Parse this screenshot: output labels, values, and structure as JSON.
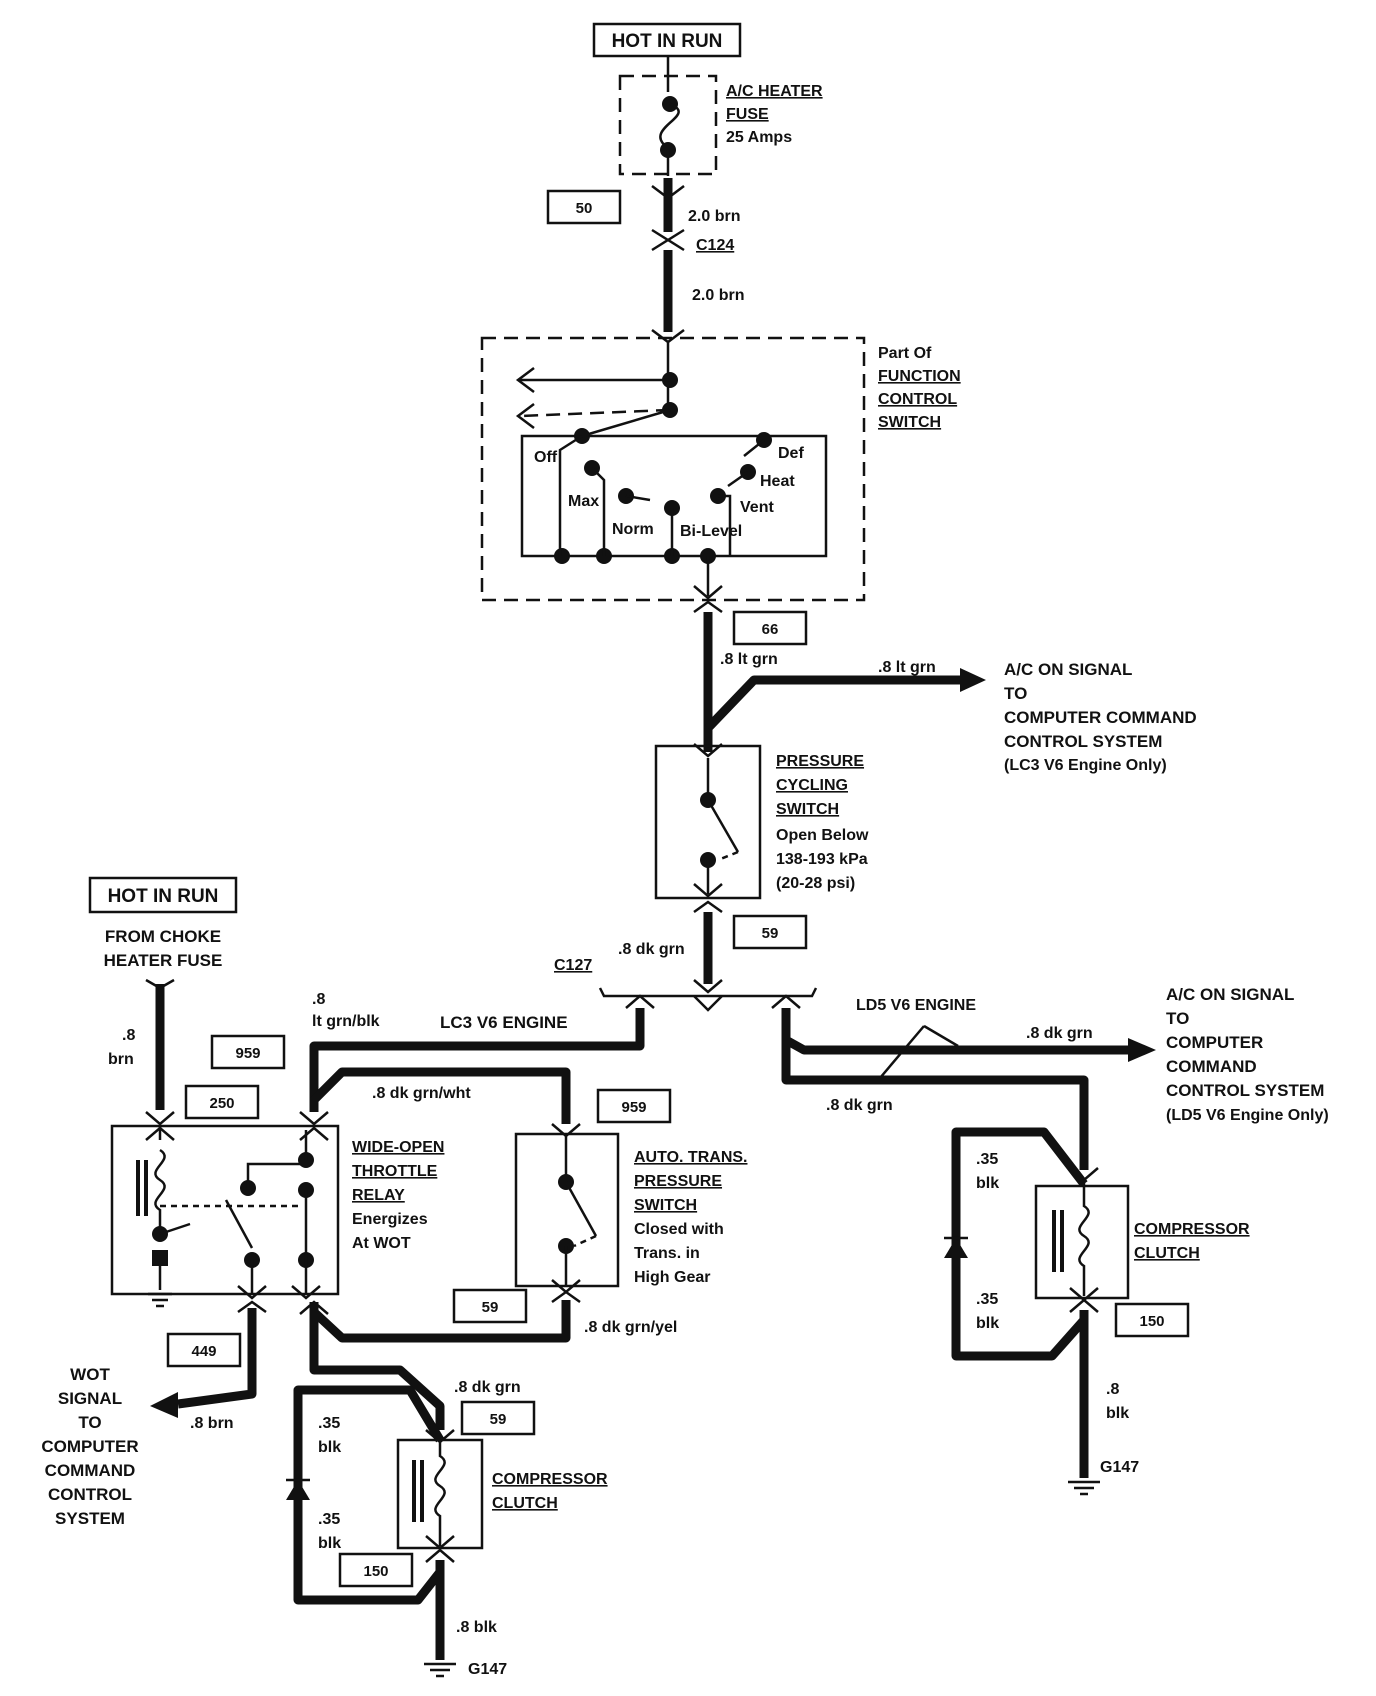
{
  "hot_in_run_top": "HOT IN RUN",
  "hot_in_run_left": "HOT IN RUN",
  "fuse": {
    "line1": "A/C HEATER",
    "line2": "FUSE",
    "line3": "25 Amps"
  },
  "circuit_numbers": {
    "c50": "50",
    "c66": "66",
    "c59_pcs": "59",
    "c959_left": "959",
    "c959_right": "959",
    "c250": "250",
    "c59_trans": "59",
    "c449": "449",
    "c59_clutch": "59",
    "c150_left": "150",
    "c150_right": "150"
  },
  "wires": {
    "w20_brn_a": "2.0 brn",
    "w20_brn_b": "2.0 brn",
    "w8_lt_grn": ".8 lt grn",
    "w8_lt_grn_b": ".8 lt grn",
    "w8_dk_grn": ".8 dk grn",
    "w8_lt_grn_blk_a": ".8",
    "w8_lt_grn_blk_b": "lt grn/blk",
    "w8_dk_grn_wht": ".8 dk grn/wht",
    "w8_brn_a": ".8",
    "w8_brn_b": "brn",
    "w8_dk_grn_yel": ".8 dk grn/yel",
    "w8_brn_out": ".8 brn",
    "w8_dk_grn_clutch": ".8 dk grn",
    "w35_blk_a1": ".35",
    "w35_blk_a2": "blk",
    "w35_blk_b1": ".35",
    "w35_blk_b2": "blk",
    "w8_blk_l": ".8 blk",
    "w8_dk_grn_r": ".8 dk grn",
    "w8_dk_grn_r2": ".8 dk grn",
    "w35_blk_c1": ".35",
    "w35_blk_c2": "blk",
    "w35_blk_d1": ".35",
    "w35_blk_d2": "blk",
    "w8_blk_r1": ".8",
    "w8_blk_r2": "blk"
  },
  "connectors": {
    "c124": "C124",
    "c127": "C127"
  },
  "grounds": {
    "g147_left": "G147",
    "g147_right": "G147"
  },
  "function_switch": {
    "line1": "Part Of",
    "line2": "FUNCTION",
    "line3": "CONTROL",
    "line4": "SWITCH",
    "positions": {
      "off": "Off",
      "max": "Max",
      "norm": "Norm",
      "bilevel": "Bi-Level",
      "vent": "Vent",
      "heat": "Heat",
      "def": "Def"
    }
  },
  "ac_signal_lc3": {
    "line1": "A/C ON SIGNAL",
    "line2": "TO",
    "line3": "COMPUTER COMMAND",
    "line4": "CONTROL SYSTEM",
    "line5": "(LC3 V6 Engine Only)"
  },
  "pressure_cycling_switch": {
    "line1": "PRESSURE",
    "line2": "CYCLING",
    "line3": "SWITCH",
    "line4": "Open Below",
    "line5": "138-193 kPa",
    "line6": "(20-28 psi)"
  },
  "choke_source": {
    "line1": "FROM CHOKE",
    "line2": "HEATER FUSE"
  },
  "lc3_engine": "LC3 V6 ENGINE",
  "ld5_engine": "LD5 V6 ENGINE",
  "ac_signal_ld5": {
    "line1": "A/C ON SIGNAL",
    "line2": "TO",
    "line3": "COMPUTER",
    "line4": "COMMAND",
    "line5": "CONTROL SYSTEM",
    "line6": "(LD5 V6 Engine Only)"
  },
  "wot_relay": {
    "line1": "WIDE-OPEN",
    "line2": "THROTTLE",
    "line3": "RELAY",
    "line4": "Energizes",
    "line5": "At WOT"
  },
  "trans_switch": {
    "line1": "AUTO. TRANS.",
    "line2": "PRESSURE",
    "line3": "SWITCH",
    "line4": "Closed with",
    "line5": "Trans. in",
    "line6": "High Gear"
  },
  "wot_signal": {
    "line1": "WOT",
    "line2": "SIGNAL",
    "line3": "TO",
    "line4": "COMPUTER",
    "line5": "COMMAND",
    "line6": "CONTROL",
    "line7": "SYSTEM"
  },
  "clutch_left": {
    "line1": "COMPRESSOR",
    "line2": "CLUTCH"
  },
  "clutch_right": {
    "line1": "COMPRESSOR",
    "line2": "CLUTCH"
  }
}
